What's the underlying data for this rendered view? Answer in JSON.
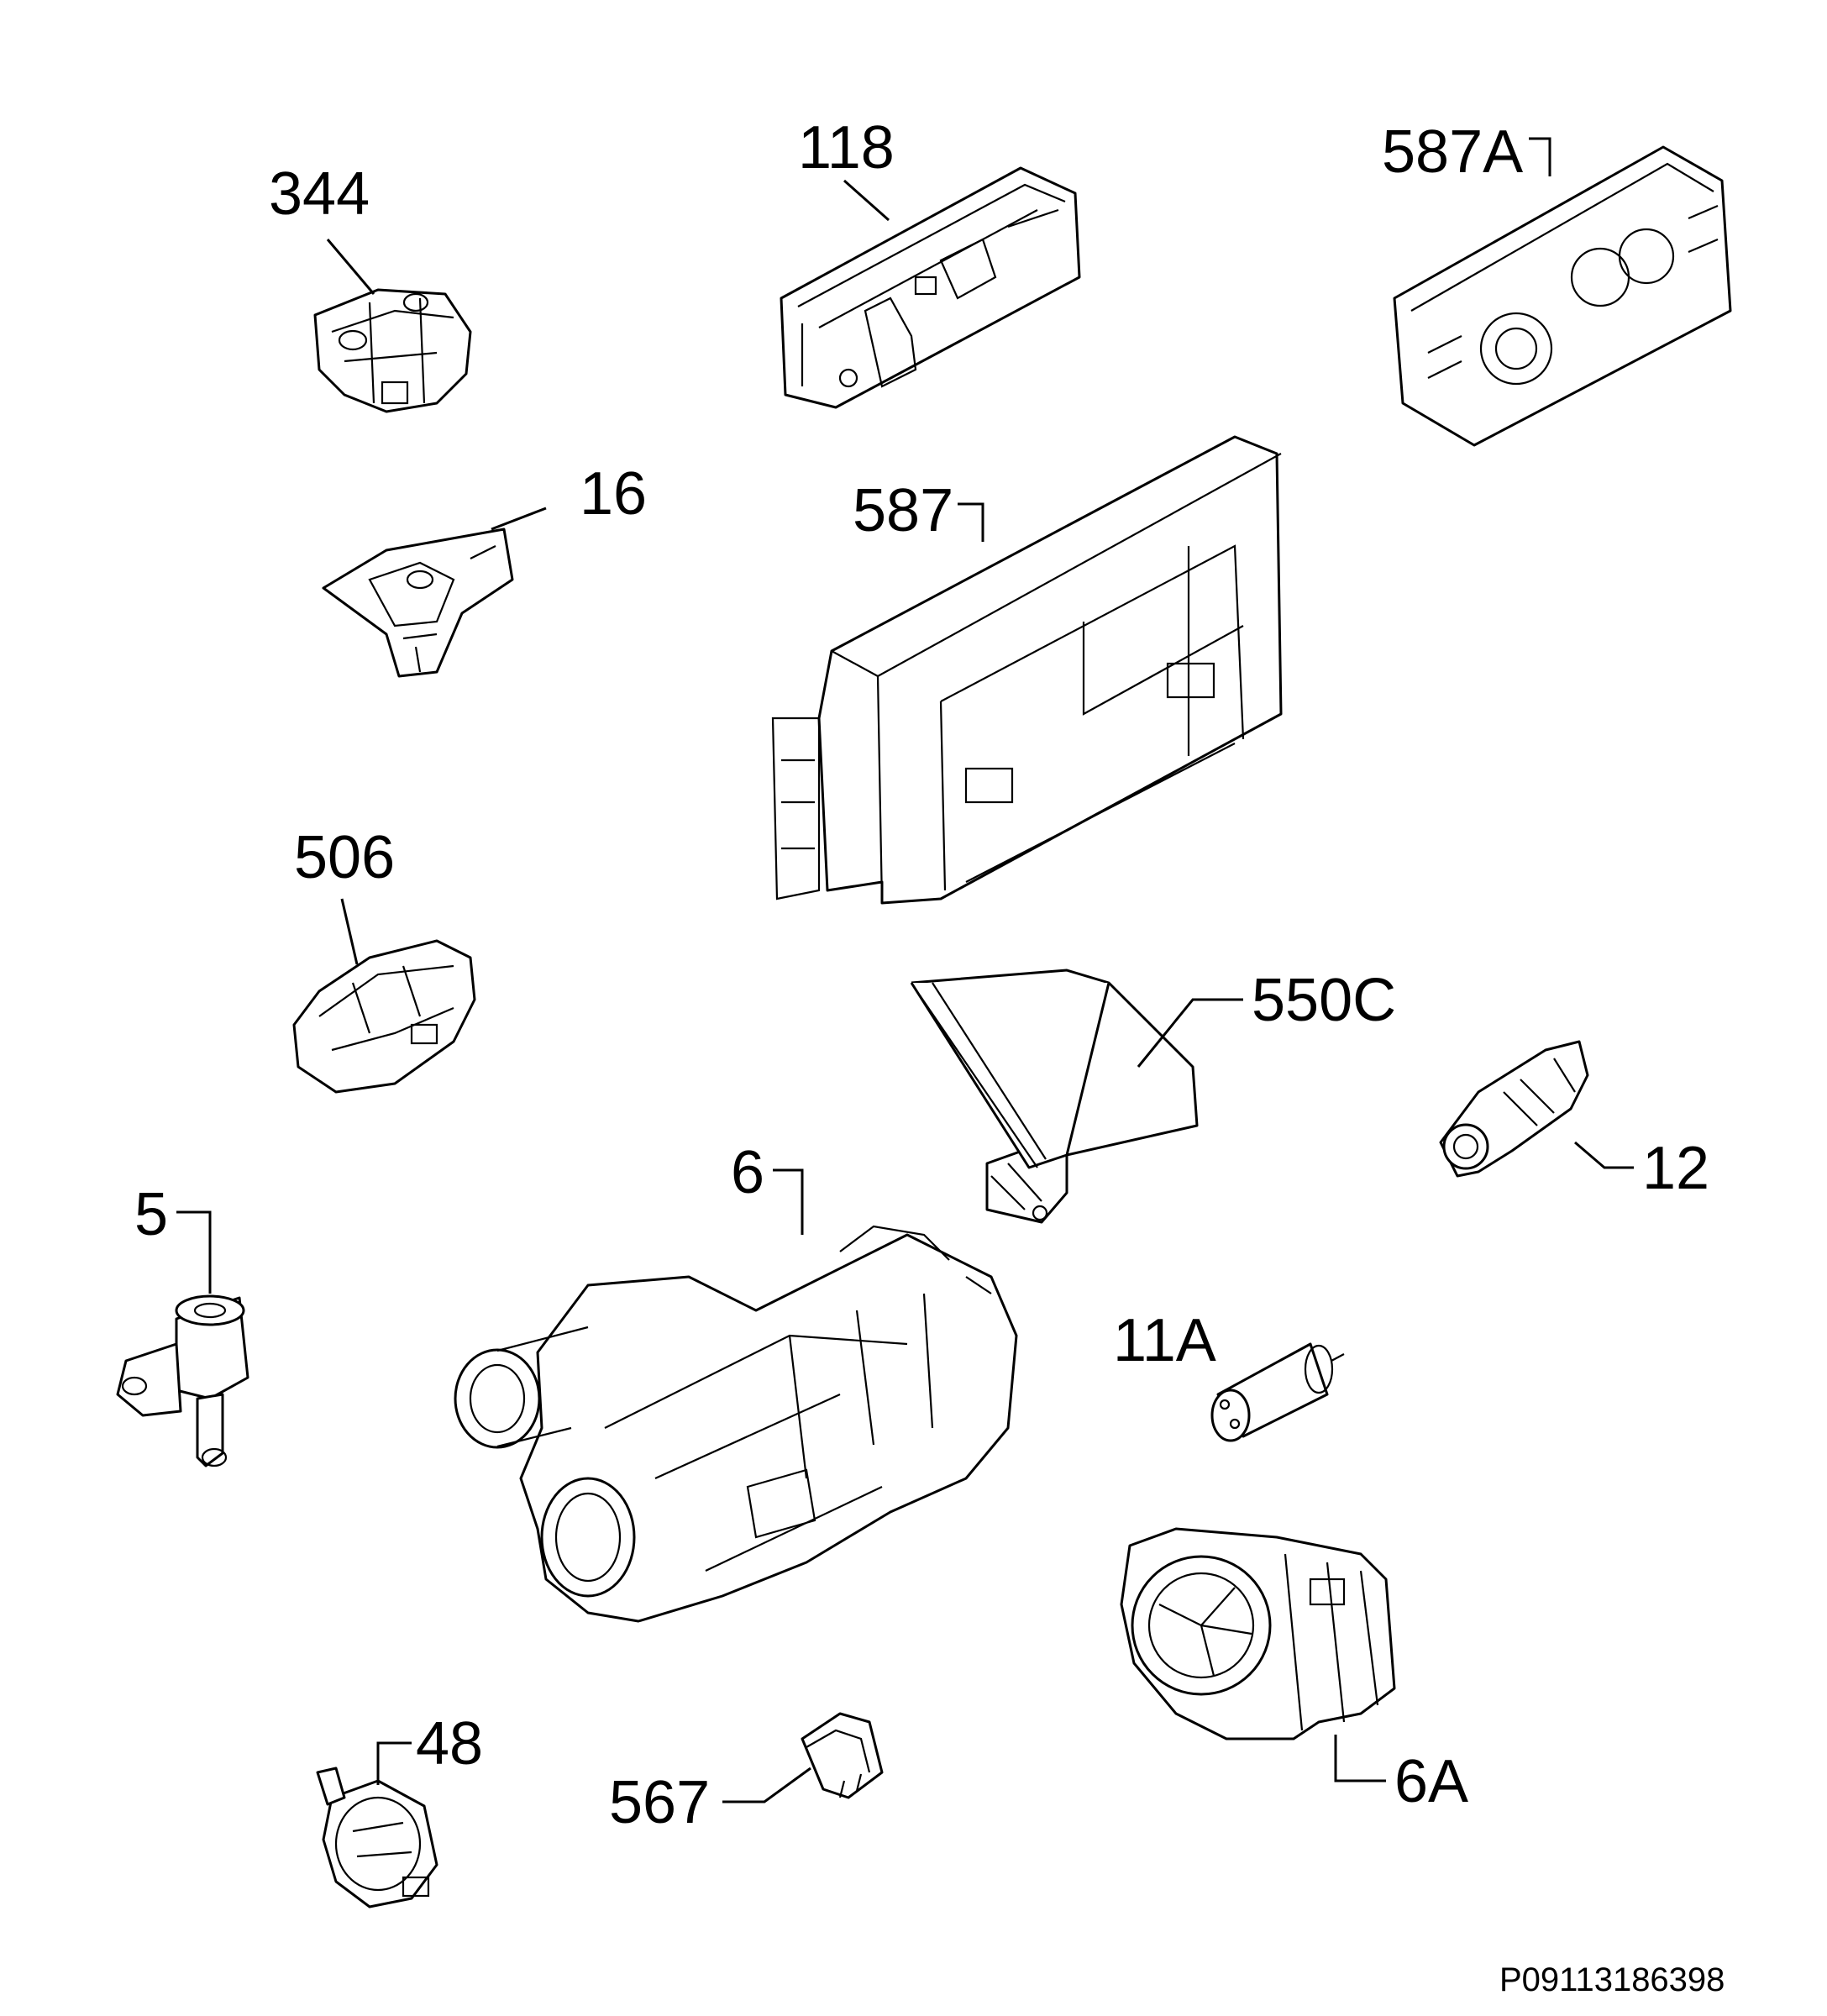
{
  "parts": [
    {
      "id": "p344",
      "label": "344"
    },
    {
      "id": "p118",
      "label": "118"
    },
    {
      "id": "p587A",
      "label": "587A"
    },
    {
      "id": "p16",
      "label": "16"
    },
    {
      "id": "p587",
      "label": "587"
    },
    {
      "id": "p506",
      "label": "506"
    },
    {
      "id": "p550C",
      "label": "550C"
    },
    {
      "id": "p12",
      "label": "12"
    },
    {
      "id": "p5",
      "label": "5"
    },
    {
      "id": "p6",
      "label": "6"
    },
    {
      "id": "p11A",
      "label": "11A"
    },
    {
      "id": "p48",
      "label": "48"
    },
    {
      "id": "p567",
      "label": "567"
    },
    {
      "id": "p6A",
      "label": "6A"
    }
  ],
  "drawing_code": "P09113186398",
  "colors": {
    "line": "#000000",
    "background": "#ffffff"
  }
}
